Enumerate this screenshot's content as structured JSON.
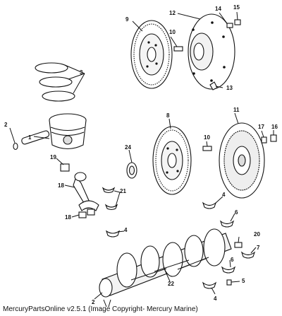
{
  "callouts": [
    "1",
    "2",
    "3",
    "4",
    "5",
    "6",
    "7",
    "8",
    "9",
    "10",
    "11",
    "12",
    "13",
    "14",
    "15",
    "16",
    "17",
    "18",
    "19",
    "20",
    "21",
    "22",
    "24"
  ],
  "caption": "MercuryPartsOnline v2.5.1 (Image Copyright- Mercury Marine)",
  "icons": {
    "flywheel_top": "flywheel-ring-gear-icon",
    "coupler": "drive-coupler-icon",
    "flywheel_mid": "flexplate-icon",
    "clutch_disc": "damper-plate-icon",
    "piston": "piston-icon",
    "rings": "piston-rings-icon",
    "rod": "connecting-rod-icon",
    "crank": "crankshaft-icon",
    "seal": "rear-seal-icon"
  }
}
